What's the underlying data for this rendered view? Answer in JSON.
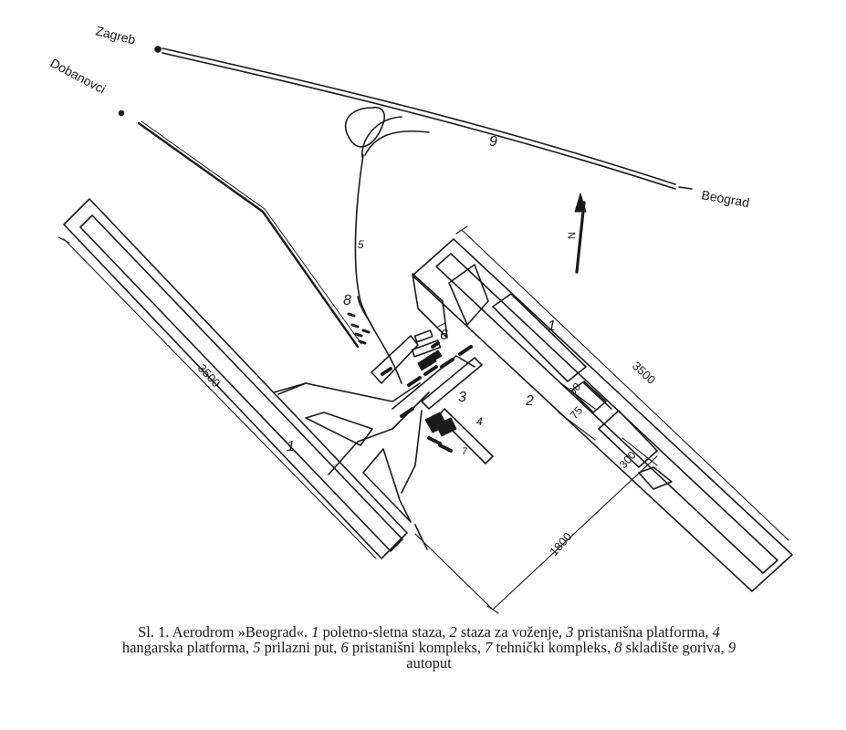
{
  "map": {
    "places": {
      "zagreb": "Zagreb",
      "dobanovci": "Dobanovci",
      "beograd": "Beograd"
    },
    "north": "N",
    "markers": {
      "m1a": "1",
      "m1b": "1",
      "m2": "2",
      "m3": "3",
      "m4": "4",
      "m5": "5",
      "m6": "6",
      "m7": "7",
      "m8": "8",
      "m9": "9"
    },
    "dimensions": {
      "runway_left": "3500",
      "runway_right": "3500",
      "separation": "1800",
      "d60": "60",
      "d75": "75",
      "d300": "300"
    }
  },
  "caption": {
    "prefix": "Sl. 1. Aerodrom »Beograd«.",
    "items": [
      {
        "n": "1",
        "t": "poletno-sletna staza,"
      },
      {
        "n": "2",
        "t": "staza za voženje,"
      },
      {
        "n": "3",
        "t": "pristanišna platforma,"
      },
      {
        "n": "4",
        "t": "hangarska platforma,"
      },
      {
        "n": "5",
        "t": "prilazni put,"
      },
      {
        "n": "6",
        "t": "pristanišni kompleks,"
      },
      {
        "n": "7",
        "t": "tehnički kompleks,"
      },
      {
        "n": "8",
        "t": "skladište goriva,"
      },
      {
        "n": "9",
        "t": "autoput"
      }
    ]
  }
}
